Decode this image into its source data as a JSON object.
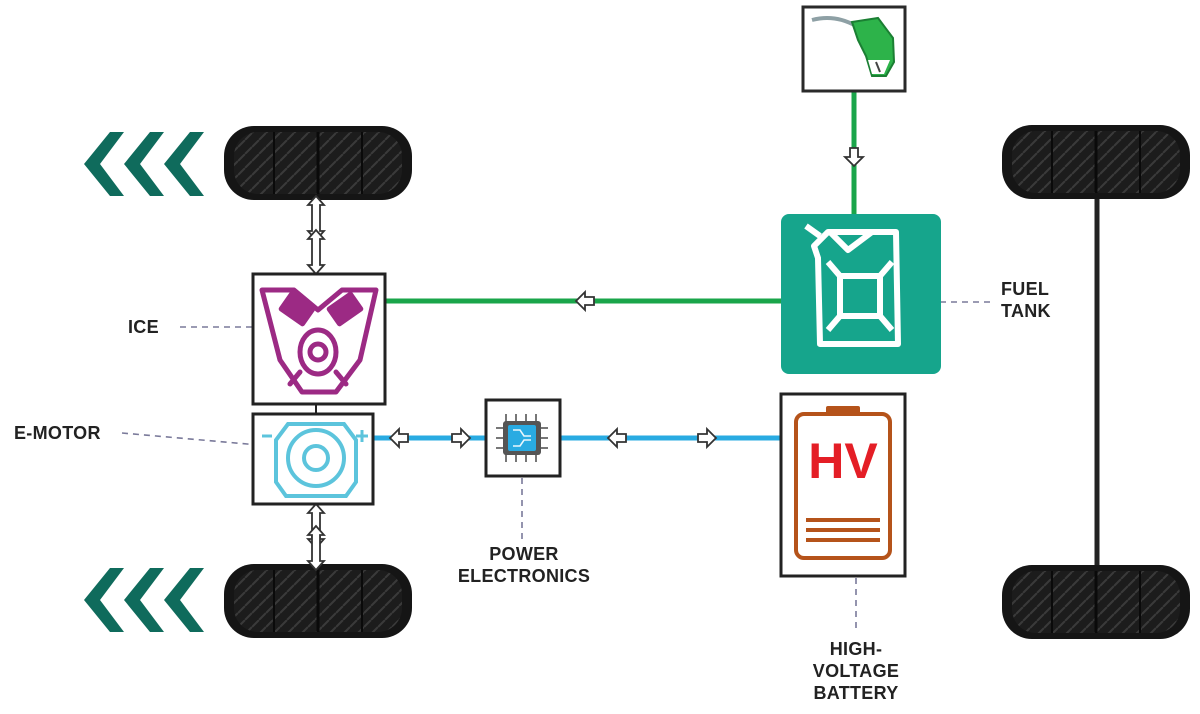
{
  "labels": {
    "ice": "ICE",
    "emotor": "E-MOTOR",
    "power_electronics_line1": "POWER",
    "power_electronics_line2": "ELECTRONICS",
    "fuel_tank_line1": "FUEL",
    "fuel_tank_line2": "TANK",
    "battery_line1": "HIGH-",
    "battery_line2": "VOLTAGE",
    "battery_line3": "BATTERY",
    "hv_text": "HV"
  },
  "colors": {
    "fuel_line": "#1aa54a",
    "electric_line": "#29abe2",
    "tank_fill": "#16a58c",
    "chevron": "#0f6b5c",
    "engine": "#9c2a84",
    "motor": "#5cc4dc",
    "battery_outline": "#b5531a",
    "hv_red": "#e41e26",
    "nozzle_green": "#2db34a",
    "box_border": "#222222"
  },
  "icons": [
    "fuel-nozzle-icon",
    "jerry-can-icon",
    "engine-icon",
    "electric-motor-icon",
    "chip-icon",
    "battery-icon",
    "tire-icon",
    "chevron-icon"
  ]
}
